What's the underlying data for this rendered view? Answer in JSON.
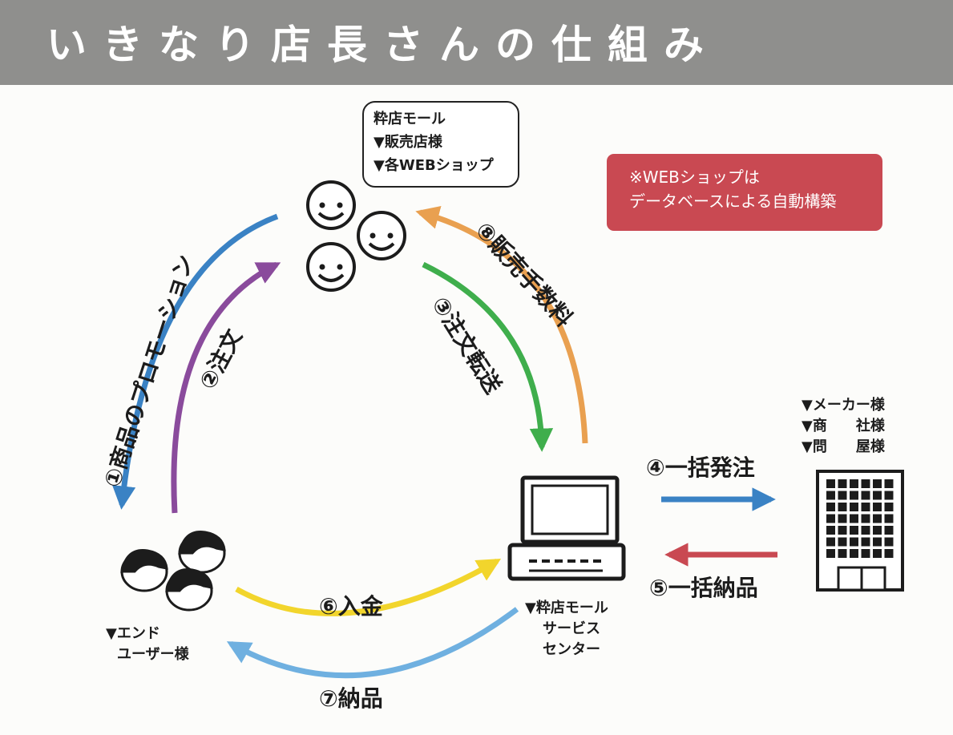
{
  "header": {
    "title": "いきなり店長さんの仕組み"
  },
  "mall_box": {
    "lines": [
      "粋店モール",
      "▼販売店様",
      "▼各WEBショップ"
    ]
  },
  "note": {
    "lines": [
      "※WEBショップは",
      "データベースによる自動構築"
    ]
  },
  "flows": {
    "f1": "①商品のプロモーション",
    "f2": "②注文",
    "f3": "③注文転送",
    "f4": "④一括発注",
    "f5": "⑤一括納品",
    "f6": "⑥入金",
    "f7": "⑦納品",
    "f8": "⑧販売手数料"
  },
  "end_user": {
    "lines": [
      "▼エンド",
      "ユーザー様"
    ]
  },
  "service_center": {
    "lines": [
      "▼粋店モール",
      "サービス",
      "センター"
    ]
  },
  "makers": {
    "lines": [
      "▼メーカー様",
      "▼商　　社様",
      "▼問　　屋様"
    ]
  },
  "colors": {
    "promotion": "#3a82c4",
    "order": "#8a4b9c",
    "transfer": "#3fae4c",
    "commission": "#e9a050",
    "bulk_order": "#3a82c4",
    "bulk_delivery": "#c94952",
    "payment": "#f2d52c",
    "delivery": "#6fb0e0",
    "header": "#8f8f8d",
    "note_bg": "#c94952"
  },
  "icons": [
    "smiley-icon",
    "people-icon",
    "computer-icon",
    "building-icon"
  ]
}
